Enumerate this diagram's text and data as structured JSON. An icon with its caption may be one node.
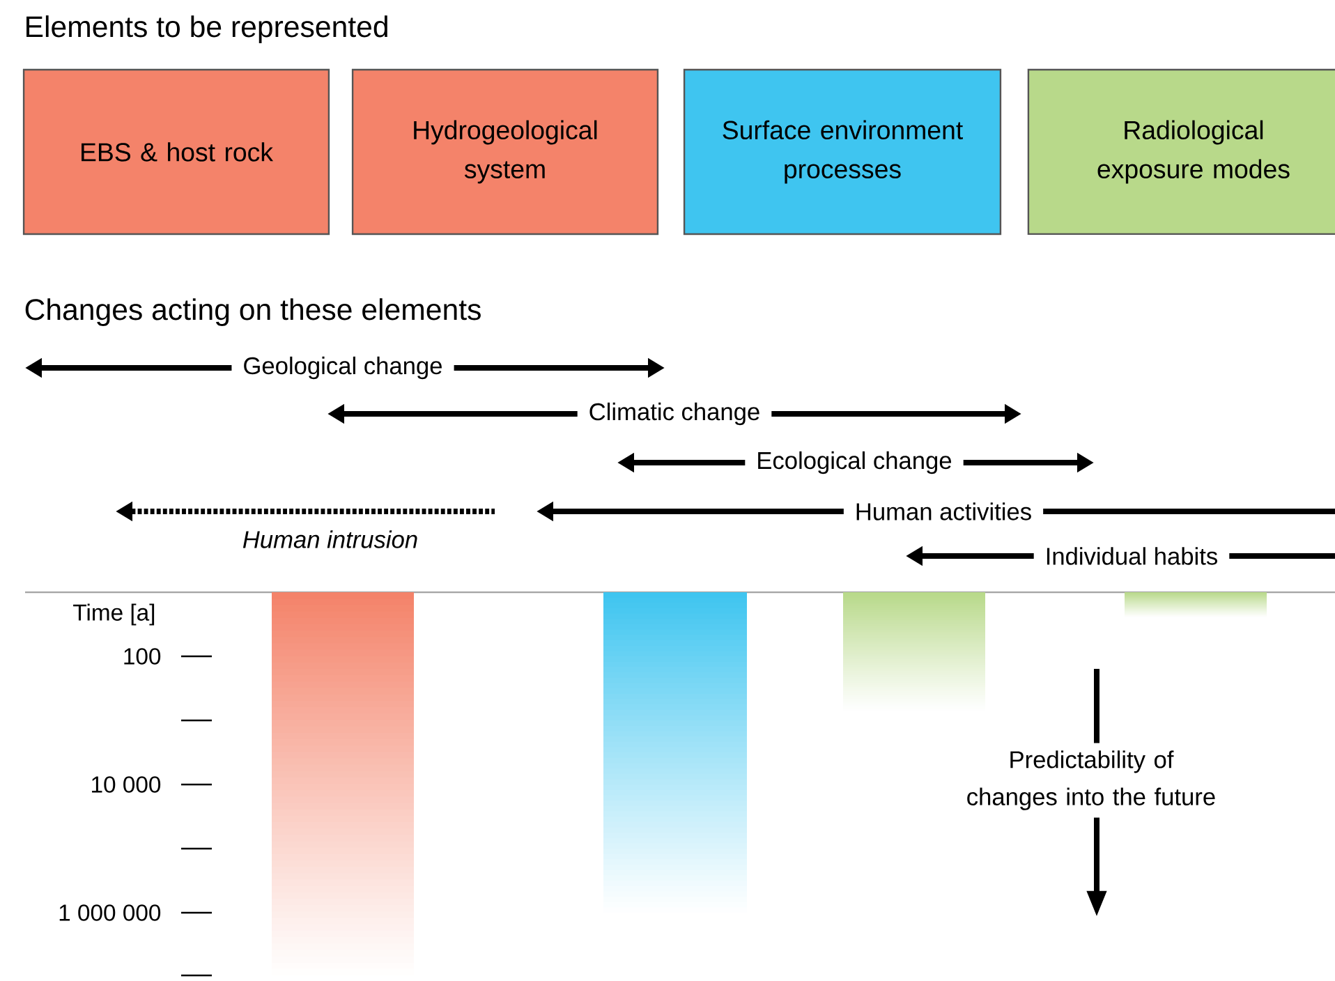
{
  "diagram": {
    "title": "Elements to be represented",
    "nodes": [
      {
        "text": [
          "EBS & host rock"
        ]
      },
      {
        "text": [
          "Hydrogeological system"
        ]
      },
      {
        "text": [
          "Surface environment processes"
        ]
      },
      {
        "text": [
          "Radiological exposure modes"
        ]
      }
    ],
    "labels": [
      "Changes acting on these elements",
      "Geological change",
      "Climatic change",
      "Ecological change",
      "Human activities",
      "Human intrusion",
      "Individual habits",
      "Time [a]",
      "100",
      "10 000",
      "1 000 000",
      "Predictability of changes into the future"
    ]
  }
}
